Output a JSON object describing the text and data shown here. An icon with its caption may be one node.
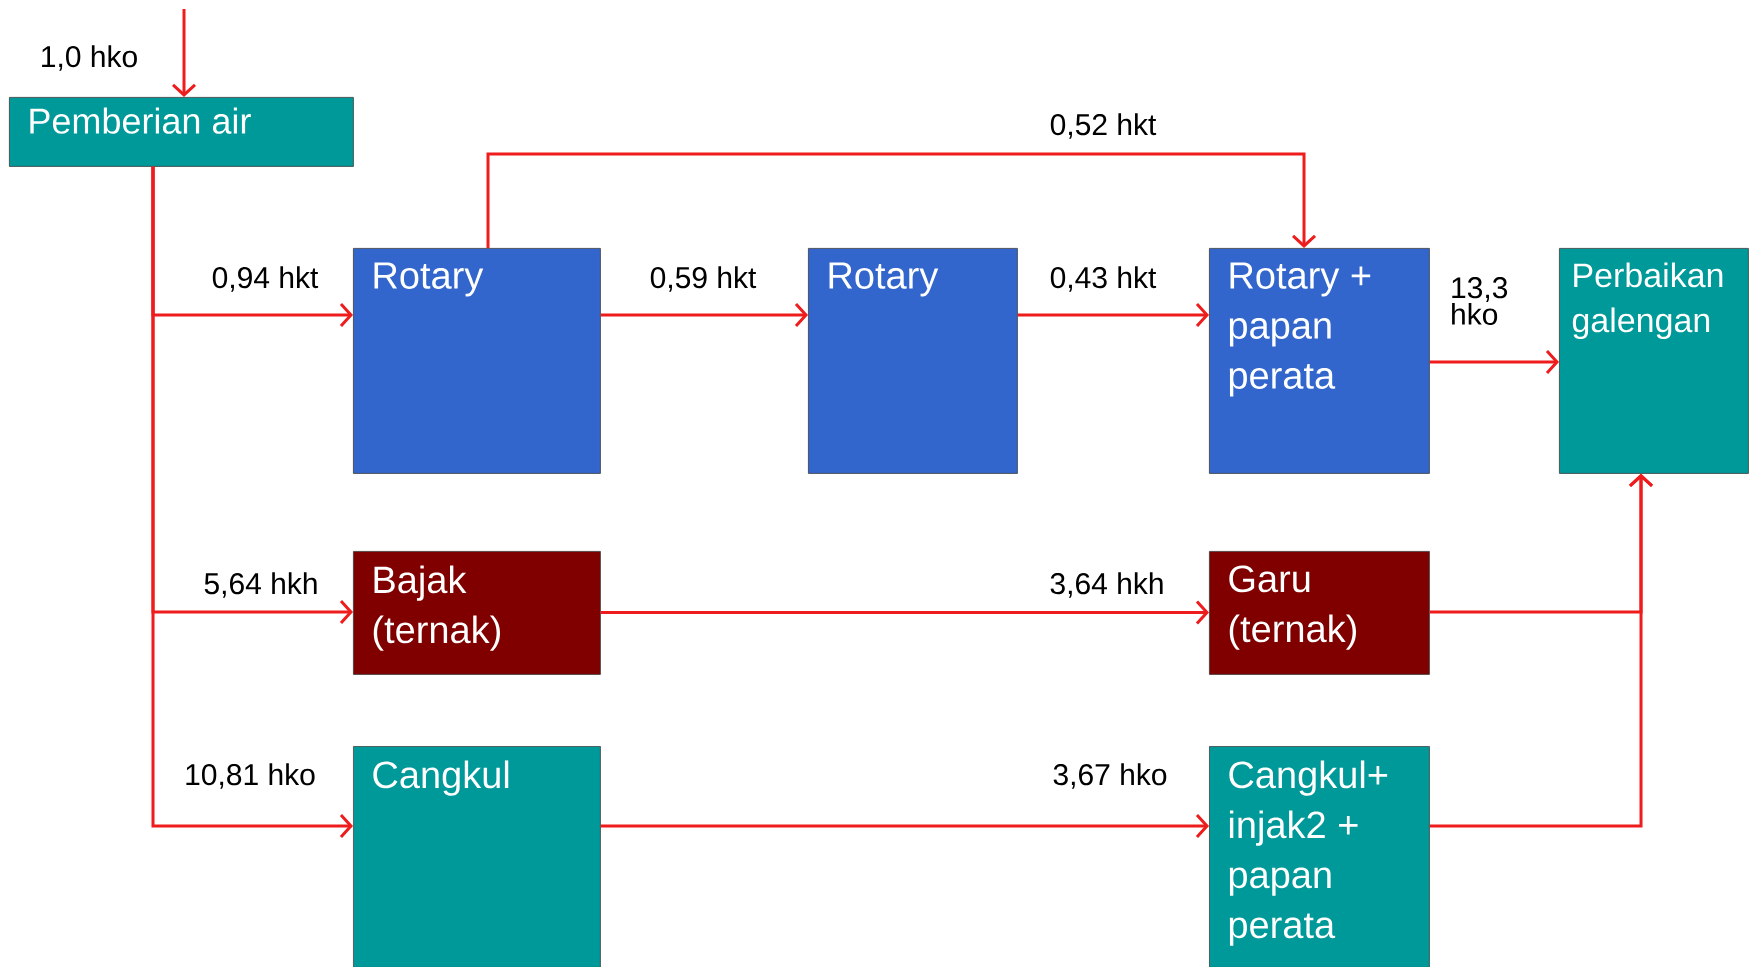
{
  "diagram": {
    "nodes": [
      {
        "text": [
          "Pemberian air"
        ]
      },
      {
        "text": [
          "Rotary"
        ]
      },
      {
        "text": [
          "Rotary"
        ]
      },
      {
        "text": [
          "Rotary + papan perata"
        ]
      },
      {
        "text": [
          "Perbaikan galengan"
        ]
      },
      {
        "text": [
          "Bajak (ternak)"
        ]
      },
      {
        "text": [
          "Garu (ternak)"
        ]
      },
      {
        "text": [
          "Cangkul"
        ]
      },
      {
        "text": [
          "Cangkul+ injak2 + papan perata"
        ]
      }
    ],
    "edges": [
      {
        "from": null,
        "to": 0,
        "arrow": "to",
        "label": "1,0 hko"
      },
      {
        "from": 0,
        "to": 1,
        "arrow": "to",
        "label": "0,94 hkt"
      },
      {
        "from": 0,
        "to": 5,
        "arrow": "to",
        "label": "5,64 hkh"
      },
      {
        "from": 0,
        "to": 7,
        "arrow": "to",
        "label": "10,81 hko"
      },
      {
        "from": 1,
        "to": 2,
        "arrow": "to",
        "label": "0,59 hkt"
      },
      {
        "from": 2,
        "to": 3,
        "arrow": "to",
        "label": "0,43 hkt"
      },
      {
        "from": 1,
        "to": 3,
        "arrow": "to",
        "label": "0,52 hkt"
      },
      {
        "from": 3,
        "to": 4,
        "arrow": "to",
        "label": "13,3 hko"
      },
      {
        "from": 5,
        "to": 6,
        "arrow": "to",
        "label": "3,64 hkh"
      },
      {
        "from": 7,
        "to": 8,
        "arrow": "to",
        "label": "3,67 hko"
      },
      {
        "from": 6,
        "to": 4,
        "arrow": "to"
      },
      {
        "from": 8,
        "to": 4,
        "arrow": "to"
      }
    ]
  }
}
